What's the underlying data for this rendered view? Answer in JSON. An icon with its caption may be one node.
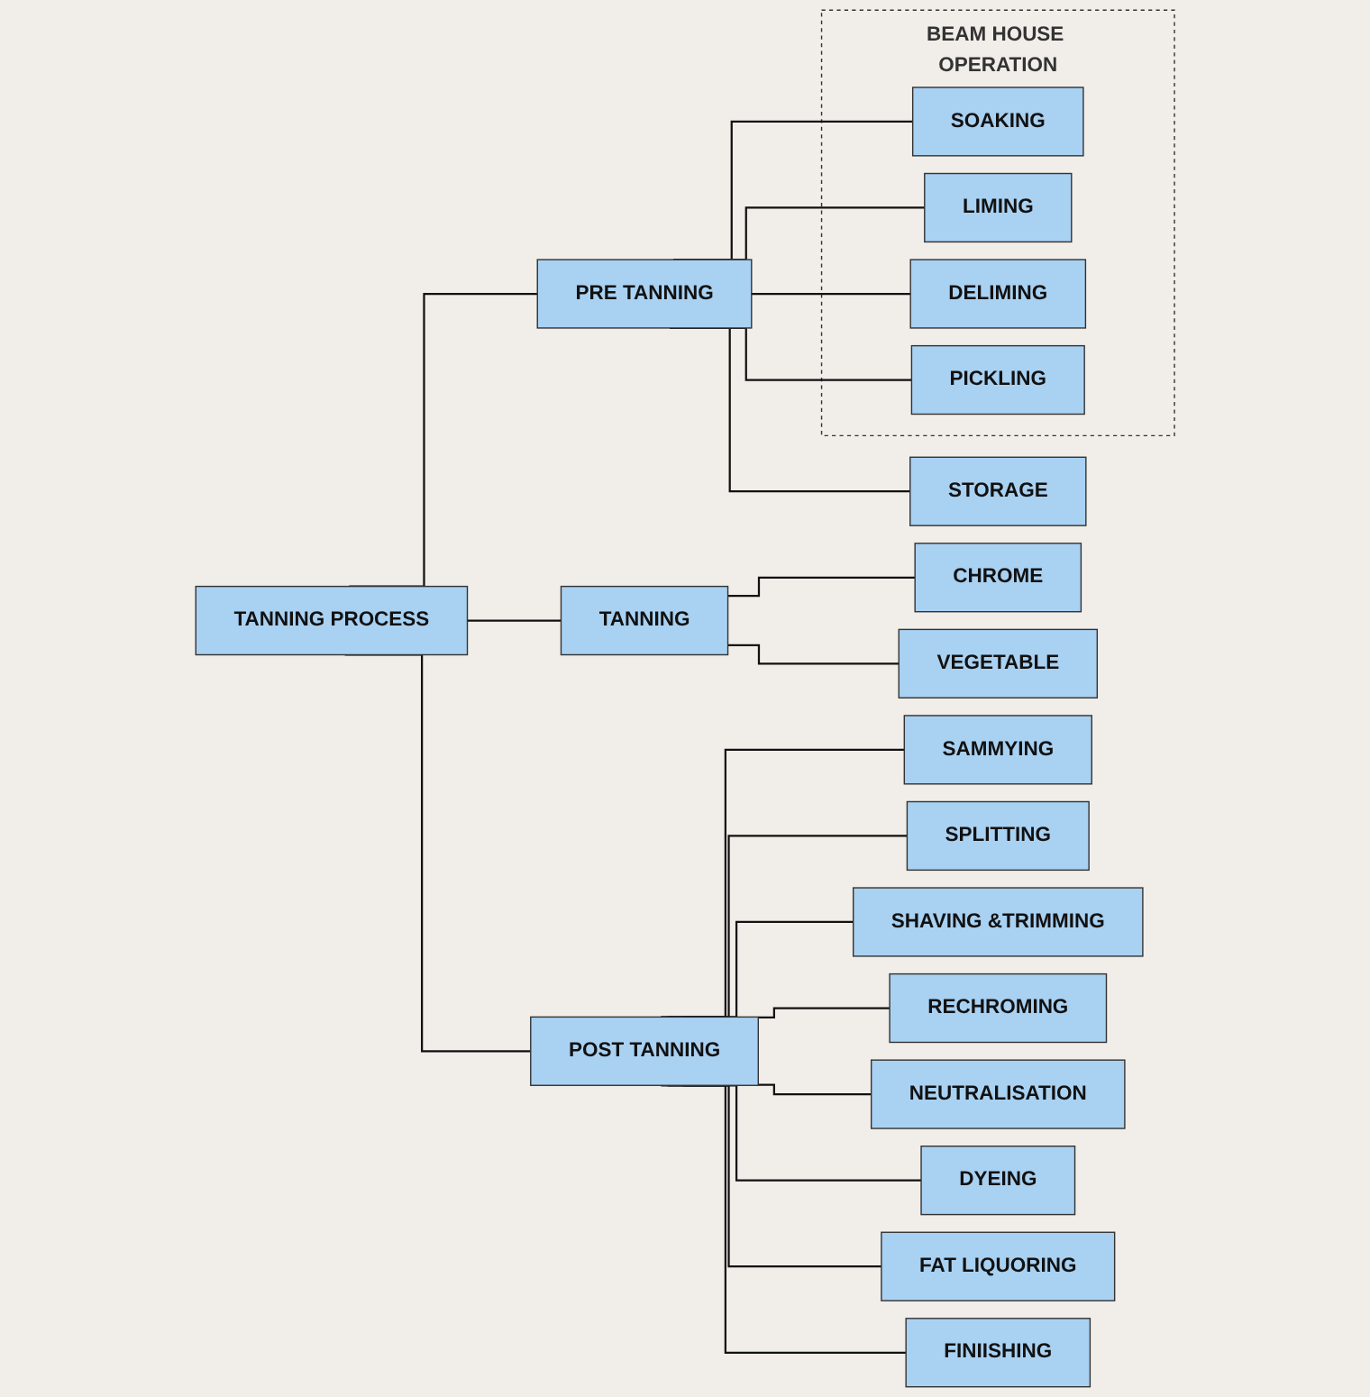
{
  "diagram": {
    "nodes": [
      {
        "text": [
          "TANNING PROCESS"
        ]
      },
      {
        "text": [
          "PRE TANNING"
        ]
      },
      {
        "text": [
          "TANNING"
        ]
      },
      {
        "text": [
          "POST TANNING"
        ]
      },
      {
        "text": [
          "STORAGE"
        ]
      },
      {
        "text": [
          "BEAM HOUSE OPERATION"
        ]
      },
      {
        "text": [
          "SOAKING"
        ],
        "in": 5
      },
      {
        "text": [
          "LIMING"
        ],
        "in": 5
      },
      {
        "text": [
          "DELIMING"
        ],
        "in": 5
      },
      {
        "text": [
          "PICKLING"
        ],
        "in": 5
      },
      {
        "text": [
          "CHROME"
        ]
      },
      {
        "text": [
          "VEGETABLE"
        ]
      },
      {
        "text": [
          "SAMMYING"
        ]
      },
      {
        "text": [
          "SPLITTING"
        ]
      },
      {
        "text": [
          "SHAVING &TRIMMING"
        ]
      },
      {
        "text": [
          "RECHROMING"
        ]
      },
      {
        "text": [
          "NEUTRALISATION"
        ]
      },
      {
        "text": [
          "DYEING"
        ]
      },
      {
        "text": [
          "FAT LIQUORING"
        ]
      },
      {
        "text": [
          "FINIISHING"
        ]
      }
    ],
    "edges": [
      {
        "from": 0,
        "to": 1,
        "arrow": "none"
      },
      {
        "from": 0,
        "to": 2,
        "arrow": "none"
      },
      {
        "from": 0,
        "to": 3,
        "arrow": "none"
      },
      {
        "from": 1,
        "to": 4,
        "arrow": "none"
      },
      {
        "from": 1,
        "to": 6,
        "arrow": "none"
      },
      {
        "from": 1,
        "to": 7,
        "arrow": "none"
      },
      {
        "from": 1,
        "to": 8,
        "arrow": "none"
      },
      {
        "from": 1,
        "to": 9,
        "arrow": "none"
      },
      {
        "from": 2,
        "to": 10,
        "arrow": "none"
      },
      {
        "from": 2,
        "to": 11,
        "arrow": "none"
      },
      {
        "from": 3,
        "to": 12,
        "arrow": "none"
      },
      {
        "from": 3,
        "to": 13,
        "arrow": "none"
      },
      {
        "from": 3,
        "to": 14,
        "arrow": "none"
      },
      {
        "from": 3,
        "to": 15,
        "arrow": "none"
      },
      {
        "from": 3,
        "to": 16,
        "arrow": "none"
      },
      {
        "from": 3,
        "to": 17,
        "arrow": "none"
      },
      {
        "from": 3,
        "to": 18,
        "arrow": "none"
      },
      {
        "from": 3,
        "to": 19,
        "arrow": "none"
      }
    ]
  }
}
